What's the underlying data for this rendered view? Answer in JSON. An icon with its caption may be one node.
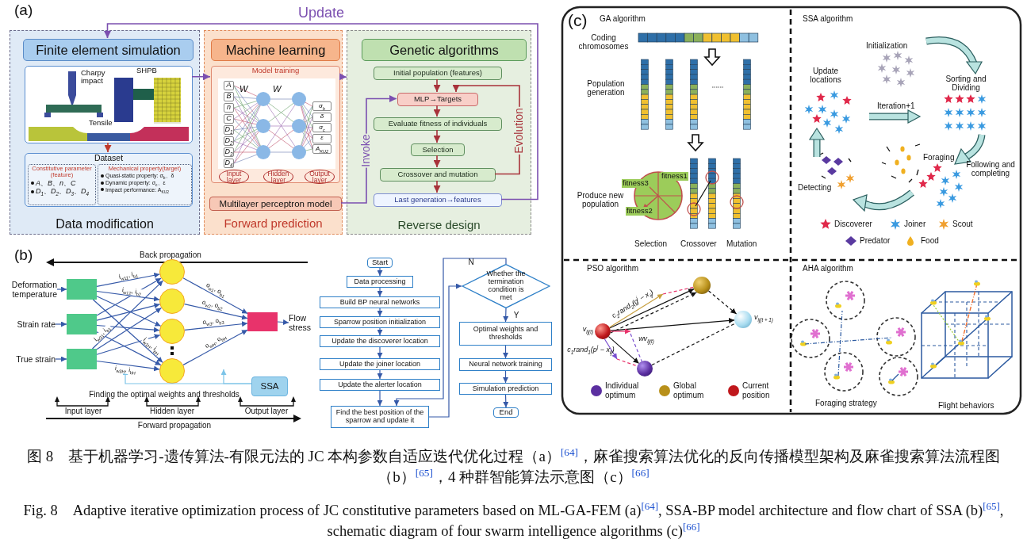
{
  "diagram": {
    "caption": "图 8　基于机器学习-遗传算法-有限元法的 JC 本构参数自适应迭代优化过程（a）$^{[64]}$，麻雀搜索算法优化的反向传播模型架构及麻雀搜索算法流程图（b）$^{[65]}$，4 种群智能算法示意图（c）$^{[66]}$",
    "nodes": [
      {
        "text": [
          "Data modification"
        ]
      },
      {
        "text": [
          "Finite element simulation"
        ],
        "in": 0
      },
      {
        "text": [
          "Charpy impact",
          "SHPB",
          "Tensile"
        ],
        "in": 0
      },
      {
        "text": [
          "Dataset"
        ],
        "in": 0
      },
      {
        "text": [
          "Constitutive parameter (feature)",
          "A、B、n、C",
          "D$_{1}$、D$_{2}$、D$_{3}$、D$_{4}$"
        ],
        "in": 3
      },
      {
        "text": [
          "Mechanical property(target)",
          "Quasi-static property: σ$_{b}$、δ",
          "Dynamic property: σ$_{c}$、ε",
          "Impact performance: A$_{KU2}$"
        ],
        "in": 3
      },
      {
        "text": [
          "Forward prediction"
        ]
      },
      {
        "text": [
          "Machine learning"
        ],
        "in": 6
      },
      {
        "text": [
          "Model training"
        ],
        "in": 6
      },
      {
        "text": [
          "Multilayer perceptron model"
        ],
        "in": 6
      },
      {
        "text": [
          "Reverse design"
        ]
      },
      {
        "text": [
          "Genetic algorithms"
        ],
        "in": 10
      },
      {
        "text": [
          "Initial population (features)"
        ],
        "in": 10
      },
      {
        "text": [
          "MLP→Targets"
        ],
        "in": 10
      },
      {
        "text": [
          "Evaluate fitness of individuals"
        ],
        "in": 10
      },
      {
        "text": [
          "Selection"
        ],
        "in": 10
      },
      {
        "text": [
          "Crossover and mutation"
        ],
        "in": 10
      },
      {
        "text": [
          "Last generation→features"
        ],
        "in": 10
      },
      {
        "text": [
          "A"
        ],
        "in": 8
      },
      {
        "text": [
          "B"
        ],
        "in": 8
      },
      {
        "text": [
          "n"
        ],
        "in": 8
      },
      {
        "text": [
          "C"
        ],
        "in": 8
      },
      {
        "text": [
          "D$_{1}$"
        ],
        "in": 8
      },
      {
        "text": [
          "D$_{2}$"
        ],
        "in": 8
      },
      {
        "text": [
          "D$_{3}$"
        ],
        "in": 8
      },
      {
        "text": [
          "D$_{4}$"
        ],
        "in": 8
      },
      {
        "text": [
          "σ$_{b}$"
        ],
        "in": 8
      },
      {
        "text": [
          "δ"
        ],
        "in": 8
      },
      {
        "text": [
          "σ$_{c}$"
        ],
        "in": 8
      },
      {
        "text": [
          "ε"
        ],
        "in": 8
      },
      {
        "text": [
          "A$_{KU2}$"
        ],
        "in": 8
      },
      {
        "text": [
          "Input layer"
        ],
        "in": 8
      },
      {
        "text": [
          "Hidden layer"
        ],
        "in": 8
      },
      {
        "text": [
          "Output layer"
        ],
        "in": 8
      },
      {
        "text": [
          "Deformation temperature"
        ]
      },
      {
        "text": [
          "Strain rate"
        ]
      },
      {
        "text": [
          "True strain"
        ]
      },
      {
        "text": [],
        "shape": "box"
      },
      {
        "text": [],
        "shape": "box"
      },
      {
        "text": [],
        "shape": "box"
      },
      {
        "text": [],
        "shape": "circle"
      },
      {
        "text": [],
        "shape": "circle"
      },
      {
        "text": [],
        "shape": "circle"
      },
      {
        "text": [],
        "shape": "circle"
      },
      {
        "text": [],
        "shape": "box"
      },
      {
        "text": [
          "Flow stress"
        ]
      },
      {
        "text": [
          "SSA"
        ]
      },
      {
        "text": [
          "Start"
        ]
      },
      {
        "text": [
          "Data processing"
        ]
      },
      {
        "text": [
          "Build BP neural networks"
        ]
      },
      {
        "text": [
          "Sparrow position initialization"
        ]
      },
      {
        "text": [
          "Update the discoverer location"
        ]
      },
      {
        "text": [
          "Update the joiner location"
        ]
      },
      {
        "text": [
          "Update the alerter location"
        ]
      },
      {
        "text": [
          "Find the best position of the sparrow and update it"
        ]
      },
      {
        "text": [
          "Whether the termination condition is met"
        ]
      },
      {
        "text": [
          "Optimal weights and thresholds"
        ]
      },
      {
        "text": [
          "Neural network training"
        ]
      },
      {
        "text": [
          "Simulation prediction"
        ]
      },
      {
        "text": [
          "End"
        ]
      },
      {
        "text": [],
        "shape": "circle",
        "beside": [
          "v$_{ij(t)}$"
        ]
      },
      {
        "text": [],
        "shape": "circle"
      },
      {
        "text": [],
        "shape": "circle",
        "beside": [
          "v$_{ij(t + 1)}$"
        ]
      },
      {
        "text": [],
        "shape": "circle"
      }
    ],
    "edges": [
      {
        "from": 2,
        "to": 3,
        "arrow": "to",
        "color": "#c0392b"
      },
      {
        "from": 2,
        "to": 8,
        "arrow": "to",
        "color": "#7b4fb0"
      },
      {
        "from": 8,
        "to": 10,
        "arrow": "to",
        "color": "#7b4fb0"
      },
      {
        "from": 9,
        "to": 13,
        "arrow": "to",
        "label": "Invoke",
        "color": "#7b4fb0"
      },
      {
        "from": 12,
        "to": 13,
        "arrow": "to",
        "color": "#a8323a"
      },
      {
        "from": 13,
        "to": 14,
        "arrow": "to",
        "color": "#a8323a"
      },
      {
        "from": 14,
        "to": 15,
        "arrow": "to",
        "color": "#a8323a"
      },
      {
        "from": 15,
        "to": 16,
        "arrow": "to",
        "color": "#a8323a"
      },
      {
        "from": 16,
        "to": 17,
        "arrow": "to",
        "color": "#a8323a"
      },
      {
        "from": 16,
        "to": 13,
        "arrow": "to",
        "label": "Evolution",
        "color": "#a8323a"
      },
      {
        "from": 17,
        "to": 1,
        "arrow": "to",
        "label": "Update",
        "color": "#7b4fb0"
      },
      {
        "from": 34,
        "to": 37,
        "arrow": "to"
      },
      {
        "from": 35,
        "to": 38,
        "arrow": "to"
      },
      {
        "from": 36,
        "to": 39,
        "arrow": "to"
      },
      {
        "from": 37,
        "to": 40,
        "arrow": "to",
        "label": "i$_{w11}$, i$_{b1}$"
      },
      {
        "from": 37,
        "to": 41,
        "arrow": "to",
        "label": "i$_{w12}$, i$_{b2}$"
      },
      {
        "from": 37,
        "to": 42,
        "arrow": "to"
      },
      {
        "from": 37,
        "to": 43,
        "arrow": "to",
        "label": "i$_{w1H}$, i$_{bH}$"
      },
      {
        "from": 38,
        "to": 40,
        "arrow": "to"
      },
      {
        "from": 38,
        "to": 41,
        "arrow": "to"
      },
      {
        "from": 38,
        "to": 42,
        "arrow": "to"
      },
      {
        "from": 38,
        "to": 43,
        "arrow": "to"
      },
      {
        "from": 39,
        "to": 40,
        "arrow": "to",
        "label": "i$_{w31}$, i$_{b1}$"
      },
      {
        "from": 39,
        "to": 41,
        "arrow": "to"
      },
      {
        "from": 39,
        "to": 42,
        "arrow": "to"
      },
      {
        "from": 39,
        "to": 43,
        "arrow": "to",
        "label": "i$_{w3H}$, i$_{bH}$"
      },
      {
        "from": 40,
        "to": 44,
        "arrow": "to",
        "label": "o$_{w1}$, o$_{b1}$"
      },
      {
        "from": 41,
        "to": 44,
        "arrow": "to",
        "label": "o$_{w2}$, o$_{b2}$"
      },
      {
        "from": 42,
        "to": 44,
        "arrow": "to",
        "label": "o$_{w3}$, o$_{b3}$"
      },
      {
        "from": 43,
        "to": 44,
        "arrow": "to",
        "label": "o$_{wH}$, o$_{bH}$"
      },
      {
        "from": 44,
        "to": 45,
        "arrow": "to"
      },
      {
        "from": 46,
        "to": null,
        "arrow": "to",
        "color": "#7cc4e8"
      },
      {
        "from": 46,
        "to": null,
        "arrow": "to",
        "color": "#7cc4e8"
      },
      {
        "from": 47,
        "to": 48,
        "arrow": "to"
      },
      {
        "from": 48,
        "to": 49,
        "arrow": "to"
      },
      {
        "from": 49,
        "to": 50,
        "arrow": "to"
      },
      {
        "from": 50,
        "to": 51,
        "arrow": "to"
      },
      {
        "from": 51,
        "to": 52,
        "arrow": "to"
      },
      {
        "from": 52,
        "to": 53,
        "arrow": "to"
      },
      {
        "from": 53,
        "to": 54,
        "arrow": "to"
      },
      {
        "from": 54,
        "to": 55,
        "arrow": "to"
      },
      {
        "from": 55,
        "to": 54,
        "arrow": "to",
        "label": "N"
      },
      {
        "from": 55,
        "to": 56,
        "arrow": "to",
        "label": "Y"
      },
      {
        "from": 56,
        "to": 57,
        "arrow": "to"
      },
      {
        "from": 57,
        "to": 58,
        "arrow": "to"
      },
      {
        "from": 58,
        "to": 59,
        "arrow": "to"
      },
      {
        "from": 60,
        "to": 61,
        "arrow": "to",
        "color": "#111111"
      },
      {
        "from": 60,
        "to": 62,
        "arrow": "to",
        "color": "#111111"
      },
      {
        "from": 60,
        "to": 63,
        "arrow": "to",
        "color": "#111111"
      },
      {
        "from": 61,
        "to": 62,
        "arrow": "to",
        "style": "dashed",
        "color": "#111111"
      },
      {
        "from": 63,
        "to": 62,
        "arrow": "none",
        "style": "dashed",
        "color": "#111111"
      },
      {
        "from": 60,
        "to": 61,
        "arrow": "to",
        "style": "dashed",
        "color": "#111111"
      },
      {
        "from": 60,
        "to": null,
        "arrow": "to",
        "label": "c$_{2}$rand$_{2}$(g$^{j}$ − x$_{ij}$)",
        "color": "#c8a040"
      },
      {
        "from": 60,
        "to": null,
        "arrow": "to",
        "label": "wv$_{ij(t)}$",
        "color": "#e8336b"
      },
      {
        "from": 60,
        "to": null,
        "arrow": "to",
        "label": "c$_{1}$rand$_{1}$(p$^{j}$ − x$_{ij}$)",
        "color": "#7b4fd0"
      },
      {
        "from": null,
        "to": 63,
        "arrow": "none",
        "style": "dashed",
        "color": "#7b4fd0"
      },
      {
        "from": null,
        "to": 63,
        "arrow": "none",
        "style": "dashed",
        "color": "#e8336b"
      },
      {
        "from": null,
        "to": 61,
        "arrow": "none",
        "style": "dashed",
        "color": "#e8336b"
      }
    ],
    "labels": [
      "(a)",
      "(b)",
      "Back propagation",
      "Finding the optimal weights and thresholds",
      "Input layer",
      "Hidden layer",
      "Output layer",
      "Forward propagation",
      "W",
      "W",
      "(c)",
      "GA algorithm",
      "Coding chromosomes",
      "Population generation",
      "fitness1",
      "fitness3",
      "Produce new population",
      "fitness2",
      "Selection",
      "Crossover",
      "Mutation",
      "SSA algorithm",
      "Initialization",
      "Update locations",
      "Sorting and Dividing",
      "Iteration+1",
      "Foraging",
      "Following and completing",
      "Detecting",
      "PSO algorithm",
      "AHA algorithm",
      "Foraging strategy",
      "Flight behaviors",
      "Fig. 8　Adaptive iterative optimization process of JC constitutive parameters based on ML-GA-FEM (a)$^{[64]}$, SSA-BP model architecture and flow chart of SSA (b)$^{[65]}$, schematic diagram of four swarm intelligence algorithms (c)$^{[66]}$"
    ],
    "legend": [
      {
        "text": "Discoverer"
      },
      {
        "text": "Joiner"
      },
      {
        "text": "Scout"
      },
      {
        "text": "Predator"
      },
      {
        "text": "Food"
      },
      {
        "text": "Individual optimum",
        "color": "#5b2fa0"
      },
      {
        "text": "Global optimum",
        "color": "#b8901a"
      },
      {
        "text": "Current position",
        "color": "#c0181c"
      }
    ]
  }
}
